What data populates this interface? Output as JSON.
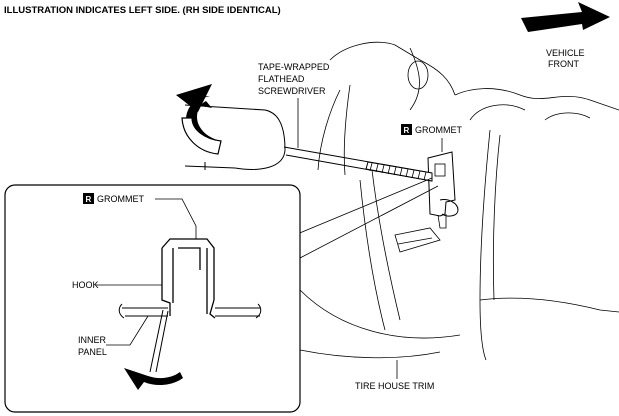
{
  "header": {
    "note": "ILLUSTRATION INDICATES LEFT SIDE. (RH SIDE IDENTICAL)"
  },
  "direction": {
    "line1": "VEHICLE",
    "line2": "FRONT",
    "icon": "arrow-right-icon"
  },
  "tool": {
    "line1": "TAPE-WRAPPED",
    "line2": "FLATHEAD",
    "line3": "SCREWDRIVER"
  },
  "grommet": {
    "badge": "R",
    "label": "GROMMET"
  },
  "detail": {
    "grommet_badge": "R",
    "grommet_label": "GROMMET",
    "hook_label": "HOOK",
    "panel_line1": "INNER",
    "panel_line2": "PANEL"
  },
  "trim": {
    "label": "TIRE HOUSE TRIM"
  }
}
